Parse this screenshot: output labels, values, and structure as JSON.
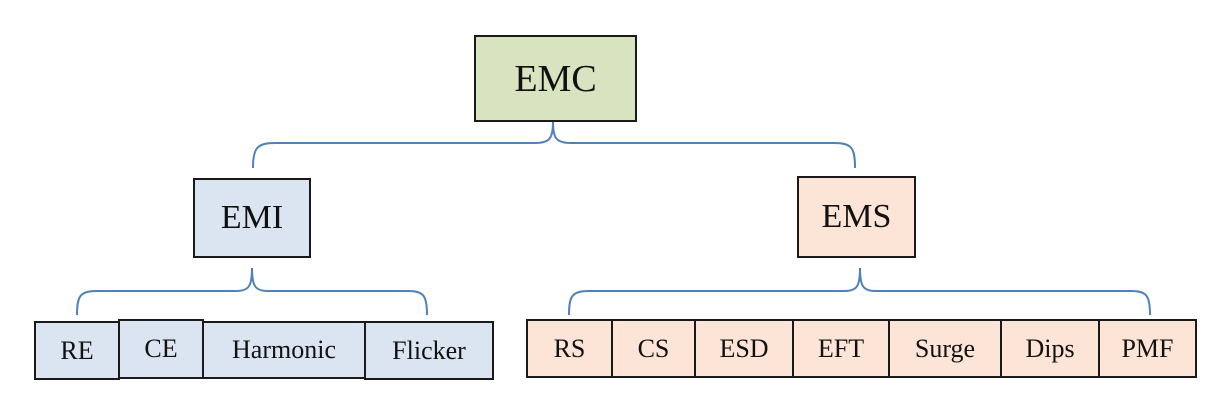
{
  "root": {
    "label": "EMC"
  },
  "branches": [
    {
      "label": "EMI",
      "color": "#dbe5f1",
      "children": [
        "RE",
        "CE",
        "Harmonic",
        "Flicker"
      ]
    },
    {
      "label": "EMS",
      "color": "#fce4d6",
      "children": [
        "RS",
        "CS",
        "ESD",
        "EFT",
        "Surge",
        "Dips",
        "PMF"
      ]
    }
  ],
  "colors": {
    "root_fill": "#d8e4bf",
    "connector": "#4f81bd",
    "border": "#1a1a1a"
  }
}
